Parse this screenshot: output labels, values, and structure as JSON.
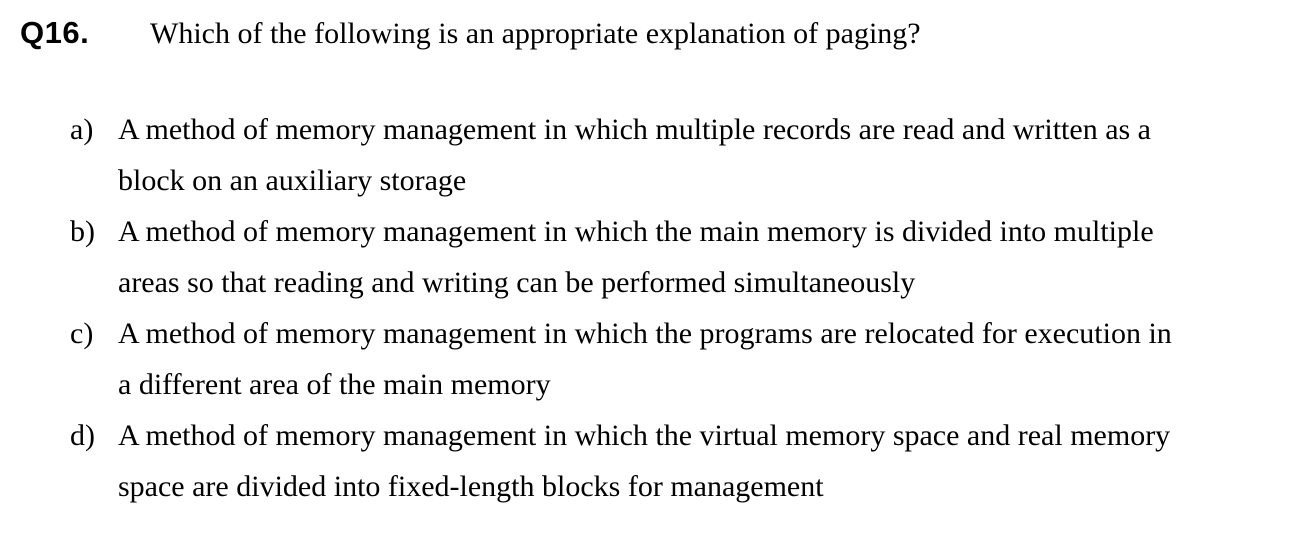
{
  "question": {
    "number": "Q16.",
    "text": "Which of the following is an appropriate explanation of paging?",
    "options": [
      {
        "label": "a)",
        "lines": [
          "A method of memory management in which multiple records are read and written as a",
          "block on an auxiliary storage"
        ]
      },
      {
        "label": "b)",
        "lines": [
          "A method of memory management in which the main memory is divided into multiple",
          "areas so that reading and writing can be performed simultaneously"
        ]
      },
      {
        "label": "c)",
        "lines": [
          "A method of memory management in which the programs are relocated for execution in",
          "a different area of the main memory"
        ]
      },
      {
        "label": "d)",
        "lines": [
          "A method of memory management in which the virtual memory space and real memory",
          "space are divided into fixed-length blocks for management"
        ]
      }
    ]
  }
}
